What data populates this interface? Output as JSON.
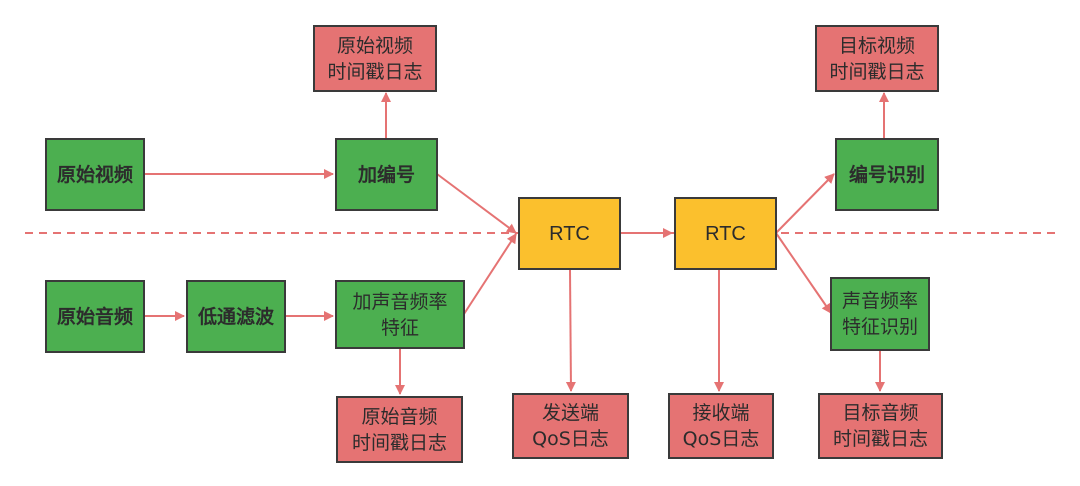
{
  "colors": {
    "process": "#4caf50",
    "log": "#e57373",
    "rtc": "#fbc02d",
    "arrow": "#e57373",
    "border": "#3a3a3a"
  },
  "nodes": {
    "raw_video": {
      "label": "原始视频",
      "type": "process"
    },
    "add_number": {
      "label": "加编号",
      "type": "process"
    },
    "raw_video_log": {
      "label": "原始视频\n时间戳日志",
      "type": "log"
    },
    "rtc_sender": {
      "label": "RTC",
      "type": "rtc"
    },
    "rtc_receiver": {
      "label": "RTC",
      "type": "rtc"
    },
    "number_recognition": {
      "label": "编号识别",
      "type": "process"
    },
    "target_video_log": {
      "label": "目标视频\n时间戳日志",
      "type": "log"
    },
    "raw_audio": {
      "label": "原始音频",
      "type": "process"
    },
    "low_pass_filter": {
      "label": "低通滤波",
      "type": "process"
    },
    "add_audio_freq_feature": {
      "label": "加声音频率\n特征",
      "type": "process"
    },
    "raw_audio_log": {
      "label": "原始音频\n时间戳日志",
      "type": "log"
    },
    "sender_qos_log": {
      "label": "发送端\nQoS日志",
      "type": "log"
    },
    "receiver_qos_log": {
      "label": "接收端\nQoS日志",
      "type": "log"
    },
    "audio_freq_recognition": {
      "label": "声音频率\n特征识别",
      "type": "process"
    },
    "target_audio_log": {
      "label": "目标音频\n时间戳日志",
      "type": "log"
    }
  },
  "edges": [
    {
      "from": "raw_video",
      "to": "add_number"
    },
    {
      "from": "add_number",
      "to": "raw_video_log"
    },
    {
      "from": "add_number",
      "to": "rtc_sender"
    },
    {
      "from": "raw_audio",
      "to": "low_pass_filter"
    },
    {
      "from": "low_pass_filter",
      "to": "add_audio_freq_feature"
    },
    {
      "from": "add_audio_freq_feature",
      "to": "raw_audio_log"
    },
    {
      "from": "add_audio_freq_feature",
      "to": "rtc_sender"
    },
    {
      "from": "rtc_sender",
      "to": "rtc_receiver"
    },
    {
      "from": "rtc_sender",
      "to": "sender_qos_log"
    },
    {
      "from": "rtc_receiver",
      "to": "receiver_qos_log"
    },
    {
      "from": "rtc_receiver",
      "to": "number_recognition"
    },
    {
      "from": "rtc_receiver",
      "to": "audio_freq_recognition"
    },
    {
      "from": "number_recognition",
      "to": "target_video_log"
    },
    {
      "from": "audio_freq_recognition",
      "to": "target_audio_log"
    }
  ],
  "divider": {
    "style": "dashed",
    "meaning": "video (top) / audio (bottom) separator"
  }
}
